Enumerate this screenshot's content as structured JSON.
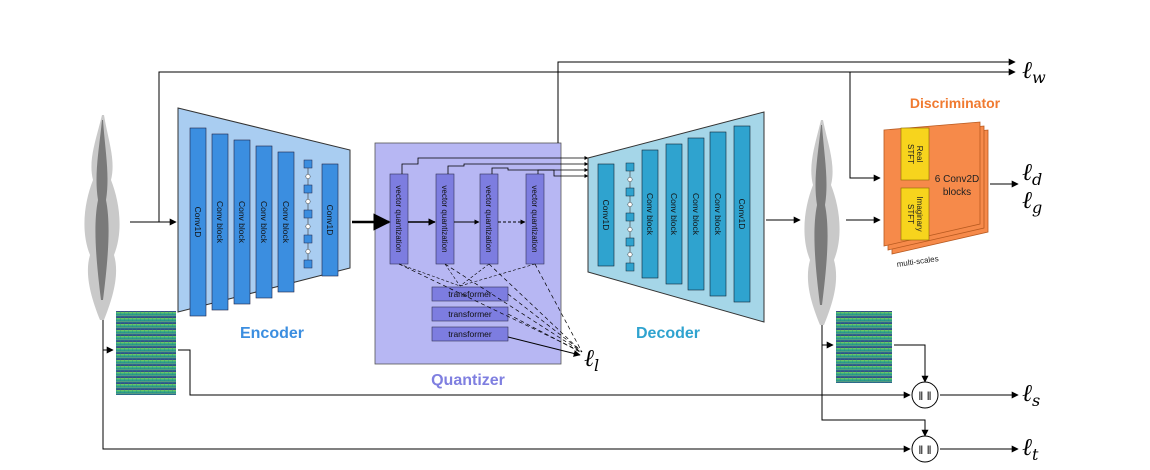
{
  "encoder": {
    "title": "Encoder",
    "blocks": [
      "Conv1D",
      "Conv block",
      "Conv block",
      "Conv block",
      "Conv block",
      "Conv1D"
    ]
  },
  "quantizer": {
    "title": "Quantizer",
    "vq_label": "vector quantization",
    "transformer_label": "transformer"
  },
  "decoder": {
    "title": "Decoder",
    "blocks": [
      "Conv1D",
      "Conv block",
      "Conv block",
      "Conv block",
      "Conv block",
      "Conv1D"
    ]
  },
  "discriminator": {
    "title": "Discriminator",
    "real_label": "Real STFT",
    "imag_label": "Imaginary STFT",
    "conv_label": "6 Conv2D blocks",
    "scales_label": "multi-scales"
  },
  "losses": {
    "w": {
      "base": "ℓ",
      "sub": "w"
    },
    "d": {
      "base": "ℓ",
      "sub": "d"
    },
    "g": {
      "base": "ℓ",
      "sub": "g"
    },
    "l": {
      "base": "ℓ",
      "sub": "l"
    },
    "s": {
      "base": "ℓ",
      "sub": "s"
    },
    "t": {
      "base": "ℓ",
      "sub": "t"
    }
  },
  "colors": {
    "encoder_bg": "#a9cdf1",
    "encoder_block": "#3b8ee0",
    "quantizer_bg": "#b7b7f3",
    "quantizer_block": "#7d7de0",
    "decoder_bg": "#a5d6e8",
    "decoder_block": "#2fa3cf",
    "discriminator": "#f68a4a",
    "stft": "#f7d41d",
    "encoder_title": "#3b8ee0",
    "quantizer_title": "#7f7fe0",
    "decoder_title": "#2fa3cf",
    "discriminator_title": "#f07a30"
  }
}
